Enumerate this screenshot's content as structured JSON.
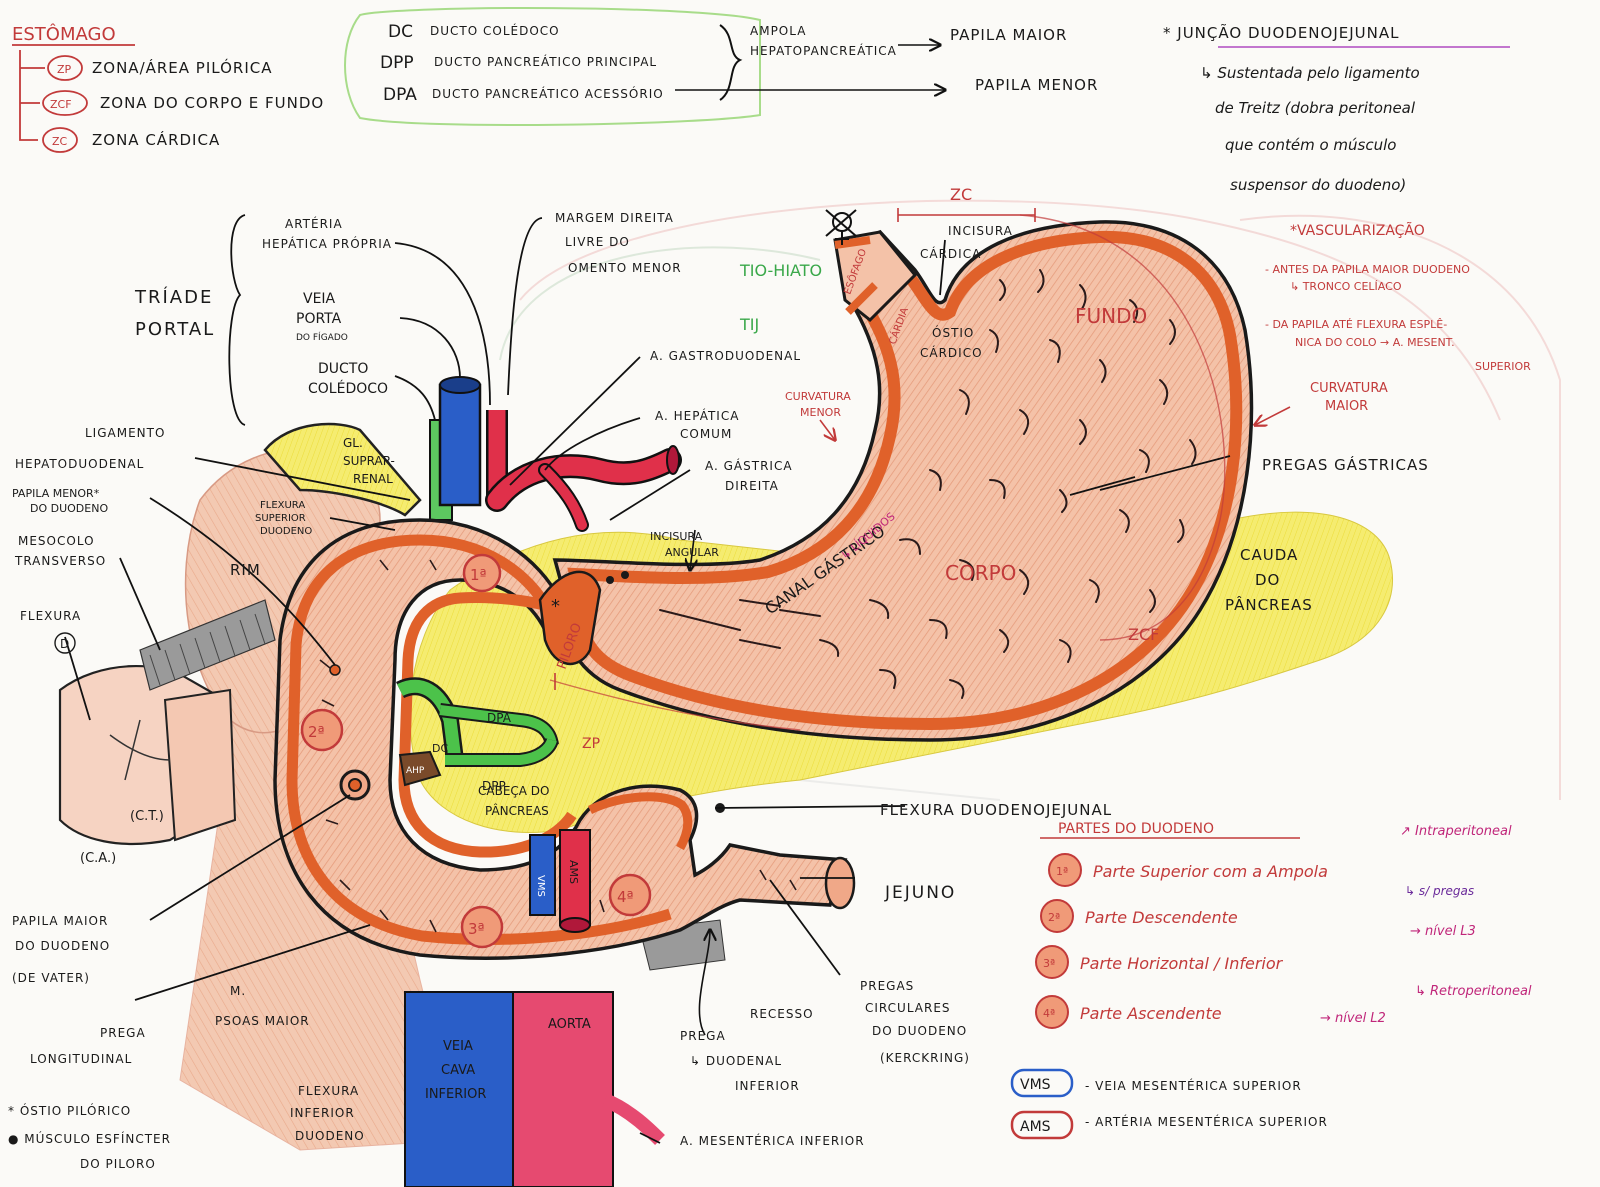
{
  "legend_stomach": {
    "title": "ESTÔMAGO",
    "items": [
      {
        "abbr": "ZP",
        "text": "ZONA/ÁREA PILÓRICA"
      },
      {
        "abbr": "ZCF",
        "text": "ZONA DO CORPO E FUNDO"
      },
      {
        "abbr": "ZC",
        "text": "ZONA CÁRDICA"
      }
    ]
  },
  "ducts": {
    "dc": {
      "abbr": "DC",
      "text": "DUCTO COLÉDOCO"
    },
    "dpp": {
      "abbr": "DPP",
      "text": "DUCTO PANCREÁTICO PRINCIPAL"
    },
    "dpa": {
      "abbr": "DPA",
      "text": "DUCTO PANCREÁTICO ACESSÓRIO"
    },
    "ampola_1": "AMPOLA",
    "ampola_2": "HEPATOPANCREÁTICA",
    "papila_maior": "PAPILA MAIOR",
    "papila_menor": "PAPILA MENOR"
  },
  "juncao": {
    "title": "* JUNÇÃO DUODENOJEJUNAL",
    "lines": [
      "↳ Sustentada pelo ligamento",
      "de Treitz (dobra peritoneal",
      "que contém o músculo",
      "suspensor do duodeno)"
    ]
  },
  "vascularizacao": {
    "title": "*VASCULARIZAÇÃO",
    "line1": "- ANTES DA PAPILA MAIOR DUODENO",
    "line2": "↳ TRONCO CELÍACO",
    "line3": "- DA PAPILA ATÉ FLEXURA ESPLÊ-",
    "line4": "NICA DO COLO → A. MESENT.",
    "line5": "SUPERIOR"
  },
  "labels": {
    "triade_1": "TRÍADE",
    "triade_2": "PORTAL",
    "arteria_hepatica_1": "ARTÉRIA",
    "arteria_hepatica_2": "HEPÁTICA PRÓPRIA",
    "veia_porta_1": "VEIA",
    "veia_porta_2": "PORTA",
    "veia_porta_3": "DO FÍGADO",
    "ducto_coledoco_1": "DUCTO",
    "ducto_coledoco_2": "COLÉDOCO",
    "margem_1": "MARGEM DIREITA",
    "margem_2": "LIVRE DO",
    "margem_3": "OMENTO MENOR",
    "tio_hiato": "TIO-HIATO",
    "tij": "TIJ",
    "zc": "ZC",
    "incisura_cardica_1": "INCISURA",
    "incisura_cardica_2": "CÁRDICA",
    "esofago": "ESÔFAGO",
    "cardia": "CÁRDIA",
    "ostio_cardico_1": "ÓSTIO",
    "ostio_cardico_2": "CÁRDICO",
    "fundo": "FUNDO",
    "curvatura_maior_1": "CURVATURA",
    "curvatura_maior_2": "MAIOR",
    "curvatura_menor_1": "CURVATURA",
    "curvatura_menor_2": "MENOR",
    "a_gastroduodenal": "A. GASTRODUODENAL",
    "a_hepatica_comum_1": "A. HEPÁTICA",
    "a_hepatica_comum_2": "COMUM",
    "a_gastrica_direita_1": "A. GÁSTRICA",
    "a_gastrica_direita_2": "DIREITA",
    "pregas_gastricas": "PREGAS GÁSTRICAS",
    "ligamento_1": "LIGAMENTO",
    "ligamento_2": "HEPATODUODENAL",
    "gl_suprarrenal_1": "GL.",
    "gl_suprarrenal_2": "SUPRAR-",
    "gl_suprarrenal_3": "RENAL",
    "papila_menor_duodeno_1": "PAPILA MENOR*",
    "papila_menor_duodeno_2": "DO DUODENO",
    "flexura_superior_1": "FLEXURA",
    "flexura_superior_2": "SUPERIOR",
    "flexura_superior_3": "DUODENO",
    "rim": "RIM",
    "incisura_angular_1": "INCISURA",
    "incisura_angular_2": "ANGULAR",
    "canal_gastrico": "CANAL GÁSTRICO",
    "liquidos": "↳ LÍQUIDOS",
    "corpo": "CORPO",
    "cauda_1": "CAUDA",
    "cauda_2": "DO",
    "cauda_3": "PÂNCREAS",
    "zcf": "ZCF",
    "zp": "ZP",
    "piloro": "PILORO",
    "mesocolo_1": "MESOCOLO",
    "mesocolo_2": "TRANSVERSO",
    "flexura_d_1": "FLEXURA",
    "flexura_d_2": "D",
    "ct": "(C.T.)",
    "ca": "(C.A.)",
    "dc_tag": "DC",
    "dpa_tag": "DPA",
    "dpp_tag": "DPP",
    "ahp_tag": "AHP",
    "cabeca_1": "CABEÇA DO",
    "cabeca_2": "PÂNCREAS",
    "flexura_dj": "FLEXURA DUODENOJEJUNAL",
    "vms": "VMS",
    "ams": "AMS",
    "jejuno": "JEJUNO",
    "part1": "1ª",
    "part2": "2ª",
    "part3": "3ª",
    "part4": "4ª",
    "papila_maior_1": "PAPILA MAIOR",
    "papila_maior_2": "DO DUODENO",
    "papila_maior_3": "(DE VATER)",
    "prega_long_1": "PREGA",
    "prega_long_2": "LONGITUDINAL",
    "psoas_1": "M.",
    "psoas_2": "PSOAS MAIOR",
    "flexura_inf_1": "FLEXURA",
    "flexura_inf_2": "INFERIOR",
    "flexura_inf_3": "DUODENO",
    "veia_cava_1": "VEIA",
    "veia_cava_2": "CAVA",
    "veia_cava_3": "INFERIOR",
    "aorta": "AORTA",
    "prega": "PREGA",
    "recesso_1": "RECESSO",
    "recesso_2": "↳ DUODENAL",
    "recesso_3": "INFERIOR",
    "pregas_circ_1": "PREGAS",
    "pregas_circ_2": "CIRCULARES",
    "pregas_circ_3": "DO DUODENO",
    "pregas_circ_4": "(KERCKRING)",
    "a_mes_inf": "A. MESENTÉRICA INFERIOR",
    "ostio_piloro": "* ÓSTIO PILÓRICO",
    "musculo_1": "● MÚSCULO ESFÍNCTER",
    "musculo_2": "DO PILORO"
  },
  "partes_duodeno": {
    "title": "PARTES DO DUODENO",
    "items": [
      {
        "num": "1ª",
        "text": "Parte Superior com a Ampola"
      },
      {
        "num": "2ª",
        "text": "Parte Descendente"
      },
      {
        "num": "3ª",
        "text": "Parte Horizontal / Inferior"
      },
      {
        "num": "4ª",
        "text": "Parte Ascendente"
      }
    ],
    "intraperitoneal": "↗ Intraperitoneal",
    "pregas_note": "↳ s/ pregas",
    "nivel_l3": "→ nível L3",
    "retroperitoneal": "↳ Retroperitoneal",
    "nivel_l2": "→ nível L2"
  },
  "abbrev": {
    "vms_abbr": "VMS",
    "vms_text": "- VEIA MESENTÉRICA SUPERIOR",
    "ams_abbr": "AMS",
    "ams_text": "- ARTÉRIA MESENTÉRICA SUPERIOR"
  },
  "colors": {
    "stomach_fill": "#f2b79c",
    "stomach_wall": "#e0612a",
    "pancreas": "#f5ec6a",
    "vein_blue": "#2a5fc4",
    "artery_red": "#e0304a",
    "duct_green": "#4cc24a",
    "outline": "#1a1a1a"
  }
}
